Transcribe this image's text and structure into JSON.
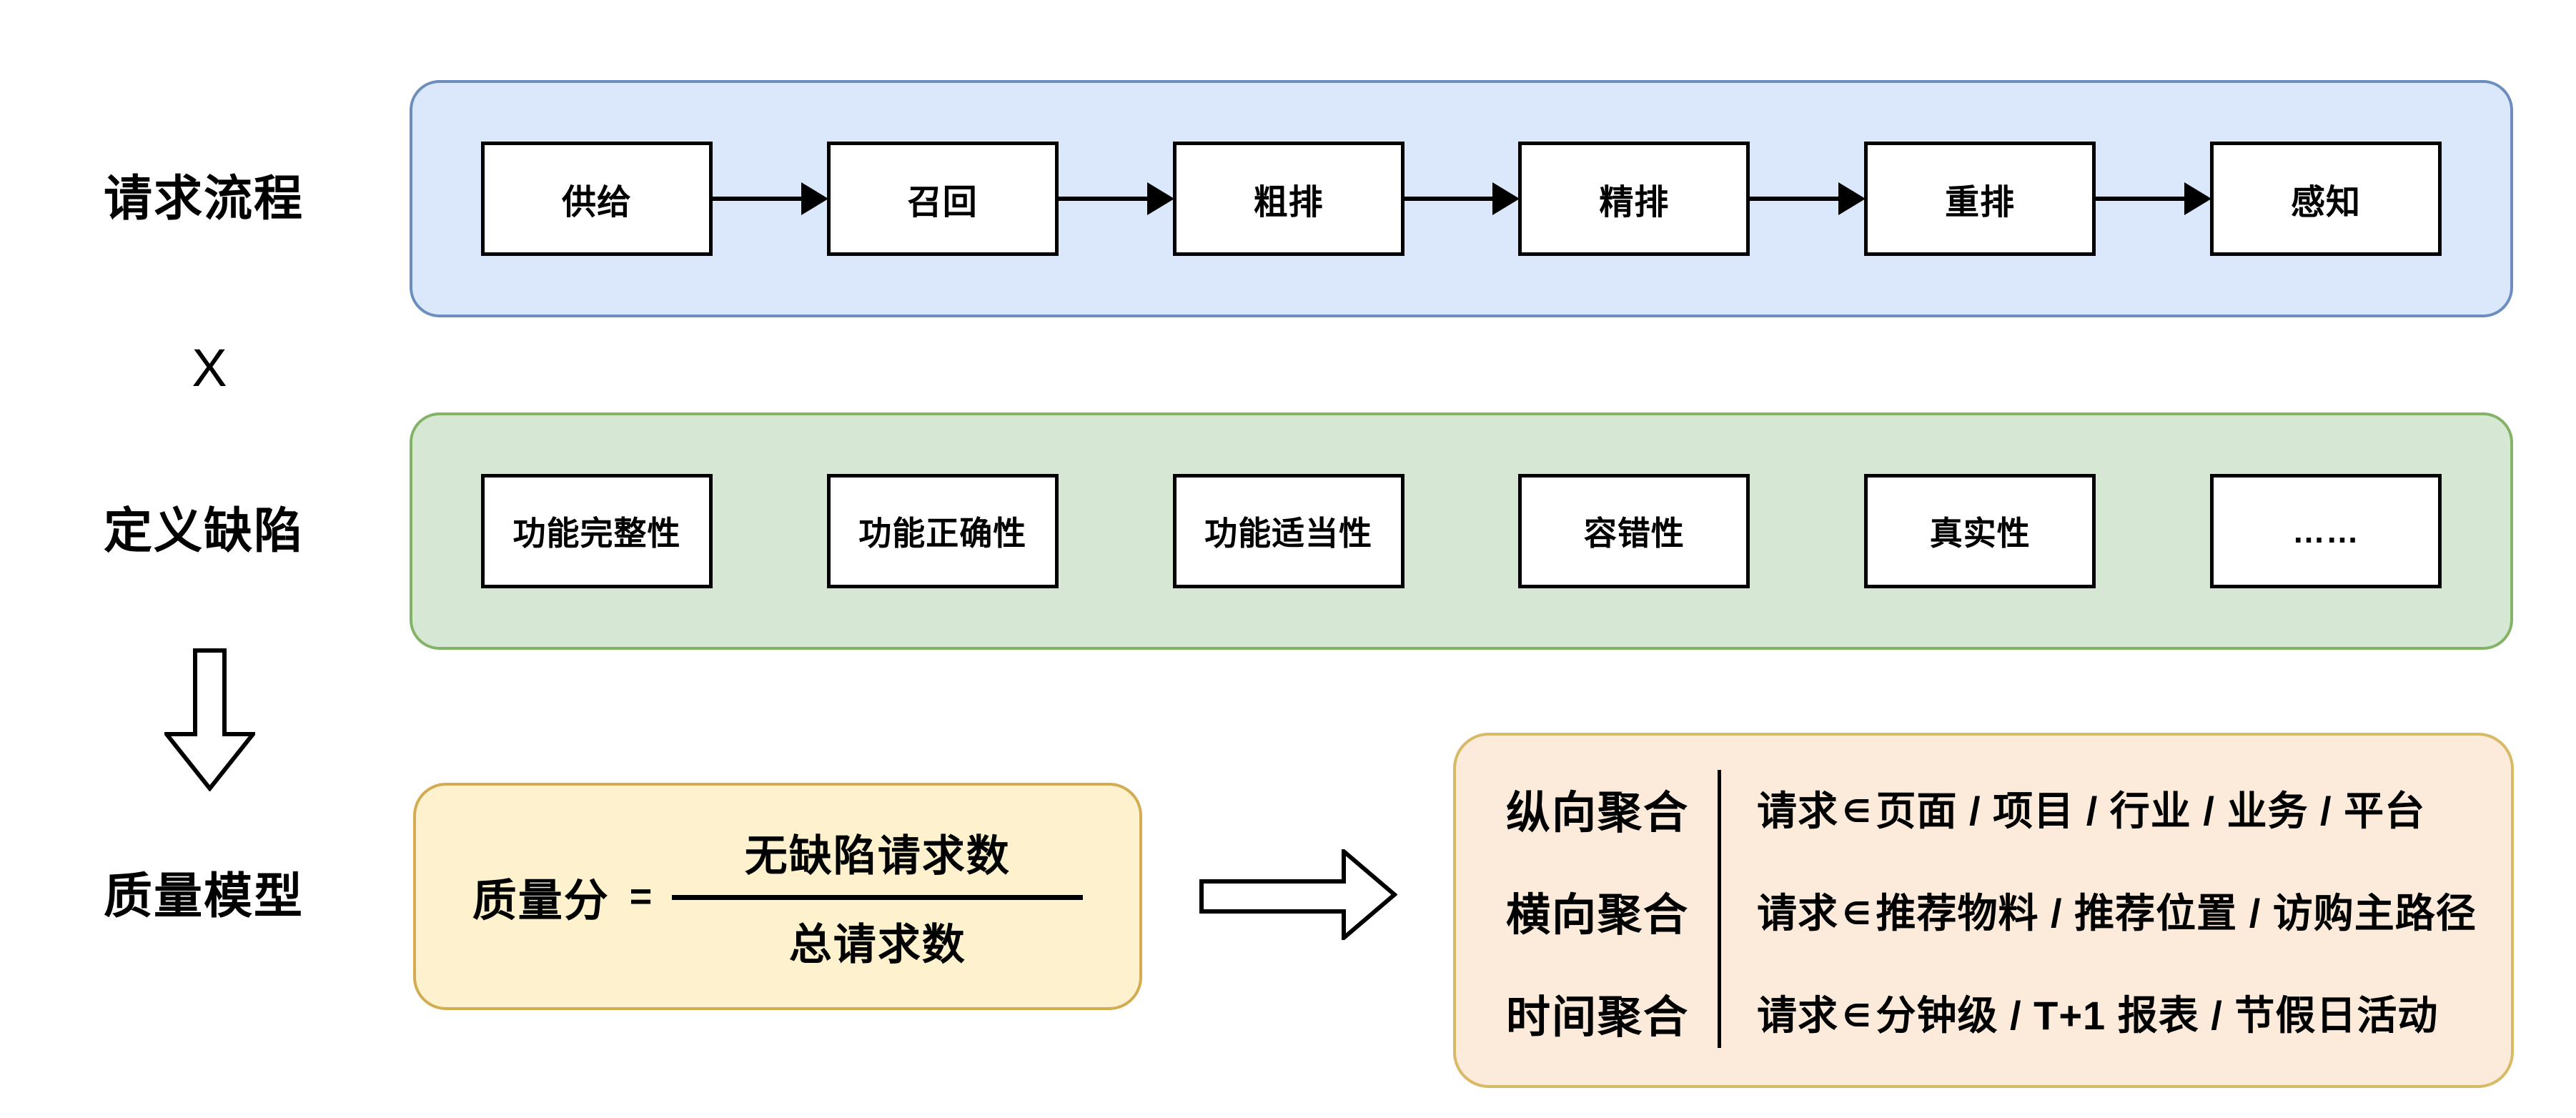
{
  "labels": {
    "row1": "请求流程",
    "multiply": "X",
    "row2": "定义缺陷",
    "row3": "质量模型"
  },
  "flow": {
    "steps": [
      "供给",
      "召回",
      "粗排",
      "精排",
      "重排",
      "感知"
    ]
  },
  "defects": {
    "items": [
      "功能完整性",
      "功能正确性",
      "功能适当性",
      "容错性",
      "真实性",
      "……"
    ]
  },
  "formula": {
    "lhs": "质量分",
    "equals": "=",
    "numerator": "无缺陷请求数",
    "denominator": "总请求数"
  },
  "aggregation": {
    "rows": [
      {
        "label": "纵向聚合",
        "prefix": "请求",
        "symbol": "∈",
        "text": "页面 / 项目 / 行业 / 业务 / 平台"
      },
      {
        "label": "横向聚合",
        "prefix": "请求",
        "symbol": "∈",
        "text": "推荐物料 / 推荐位置 / 访购主路径"
      },
      {
        "label": "时间聚合",
        "prefix": "请求",
        "symbol": "∈",
        "text": "分钟级 / T+1 报表 / 节假日活动"
      }
    ]
  },
  "colors": {
    "blue-fill": "#dbe8fb",
    "blue-border": "#6c8ebf",
    "green-fill": "#d6e8d4",
    "green-border": "#82b366",
    "yellow-fill": "#fdf2cd",
    "yellow-border": "#d2ab52",
    "orange-fill": "#fcebdb",
    "orange-border": "#d8b966"
  }
}
